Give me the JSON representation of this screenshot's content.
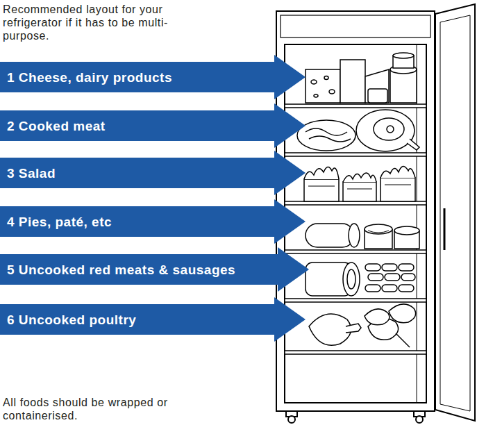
{
  "diagram": {
    "title": "Recommended layout for your refrigerator if it has to be multi-purpose.",
    "caption": "All foods should be wrapped or containerised.",
    "nodes": [
      {
        "text": [
          "1 Cheese, dairy products"
        ]
      },
      {
        "text": [
          "2 Cooked meat"
        ]
      },
      {
        "text": [
          "3 Salad"
        ]
      },
      {
        "text": [
          "4 Pies, paté, etc"
        ]
      },
      {
        "text": [
          "5 Uncooked red meats & sausages"
        ]
      },
      {
        "text": [
          "6 Uncooked poultry"
        ]
      }
    ]
  }
}
